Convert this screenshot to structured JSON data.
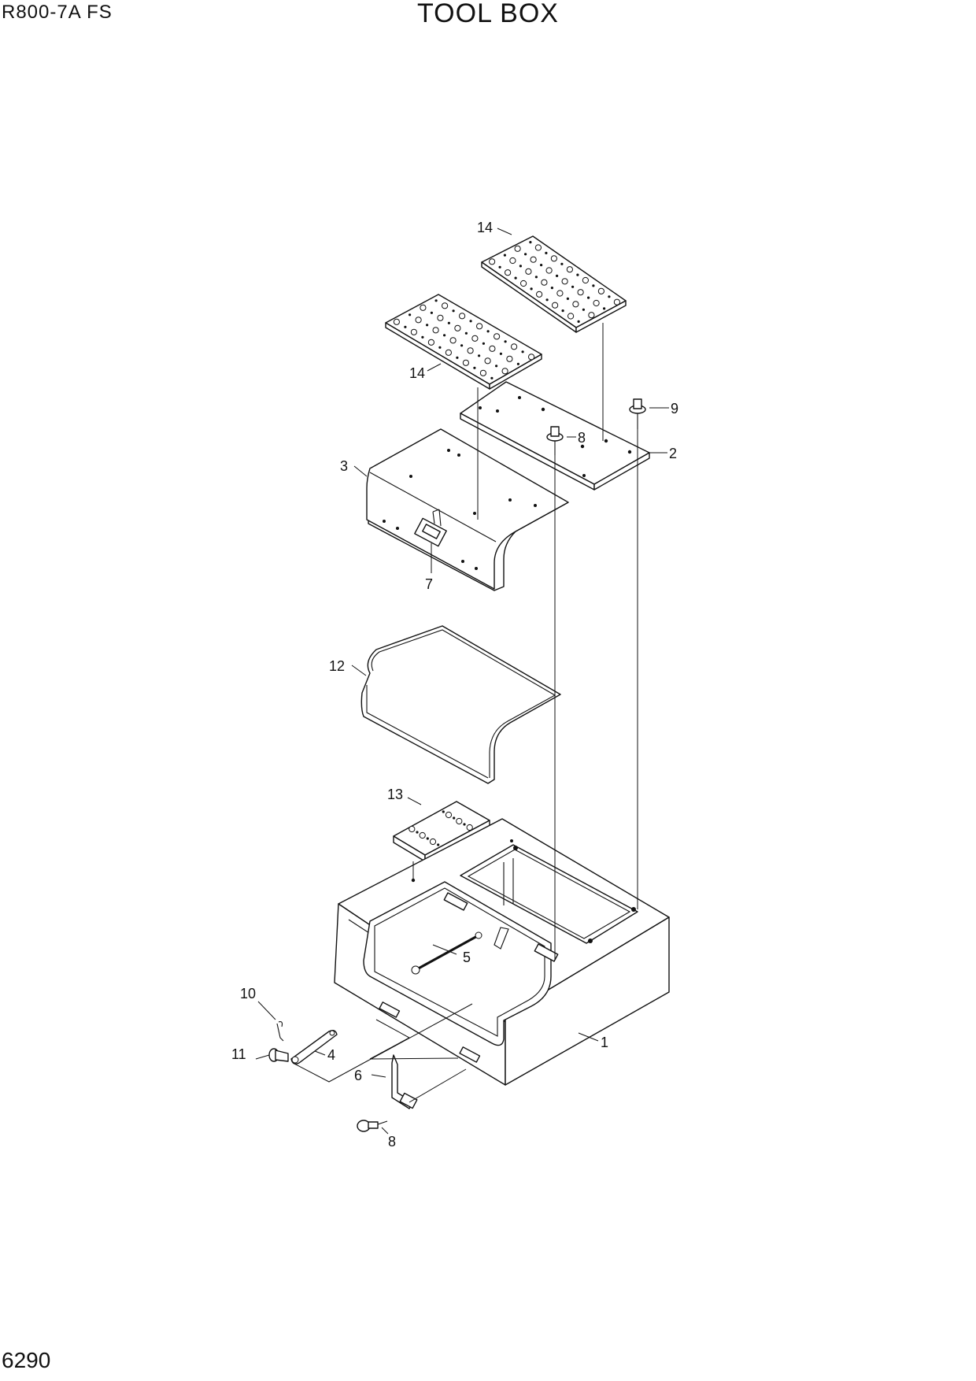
{
  "header": {
    "model": "R800-7A  FS",
    "title": "TOOL BOX"
  },
  "footer": {
    "page_number": "6290"
  },
  "callouts": {
    "c1": "1",
    "c2": "2",
    "c3": "3",
    "c4": "4",
    "c5": "5",
    "c6": "6",
    "c7": "7",
    "c8a": "8",
    "c8b": "8",
    "c9": "9",
    "c10": "10",
    "c11": "11",
    "c12": "12",
    "c13": "13",
    "c14a": "14",
    "c14b": "14"
  }
}
